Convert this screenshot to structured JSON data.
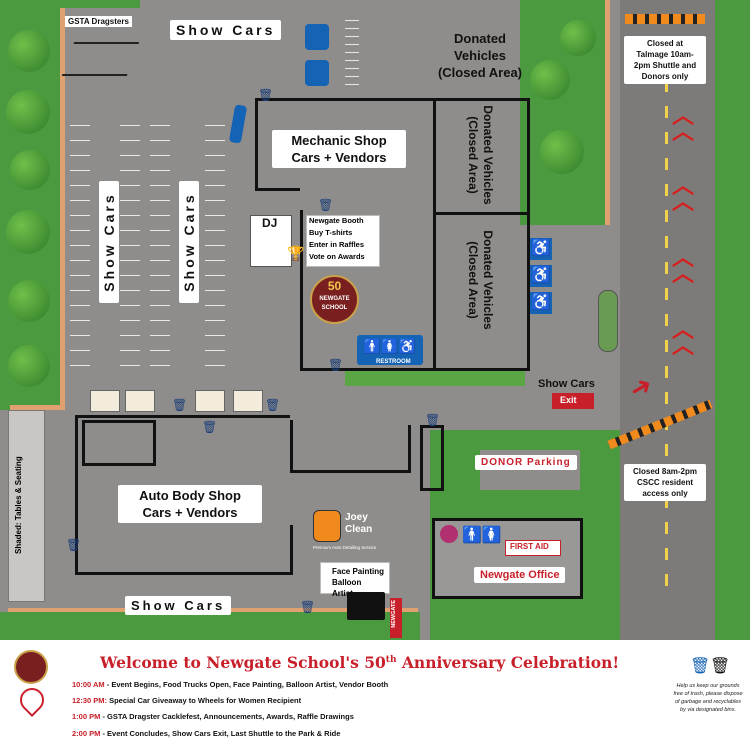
{
  "map": {
    "gsta_dragsters": "GSTA Dragsters",
    "show_cars_top": "Show Cars",
    "show_cars_left1": "Show Cars",
    "show_cars_left2": "Show Cars",
    "show_cars_bottom": "Show Cars",
    "donated_vehicles_top": "Donated Vehicles (Closed Area)",
    "donated_vehicles_mid1": "Donated Vehicles (Closed Area)",
    "donated_vehicles_mid2": "Donated Vehicles (Closed Area)",
    "closed_talmage": "Closed at Talmage 10am-2pm Shuttle and Donors only",
    "mechanic_shop": "Mechanic Shop Cars + Vendors",
    "dj_label": "DJ",
    "newgate_booth_title": "Newgate Booth",
    "newgate_booth_lines": [
      "Buy T-shirts",
      "Enter in Raffles",
      "Vote on Awards"
    ],
    "restroom": "RESTROOM",
    "show_cars_exit": "Show Cars",
    "exit_label": "Exit",
    "closed_cscc": "Closed 8am-2pm CSCC resident access only",
    "donor_parking": "DONOR Parking",
    "auto_body_shop": "Auto Body Shop Cars + Vendors",
    "shaded_tables": "Shaded: Tables & Seating",
    "joey_clean": "Joey Clean",
    "joey_clean_sub": "Premium Auto Detailing Service",
    "face_painting": "Face Painting Balloon Artist",
    "first_aid": "FIRST AID",
    "newgate_office": "Newgate Office",
    "newgate_sign": "NEWGATE",
    "seal_text": "NEWGATE SCHOOL",
    "seal_years": "50"
  },
  "footer": {
    "title_prefix": "Welcome to Newgate School's 50",
    "title_sup": "th",
    "title_suffix": " Anniversary Celebration!",
    "schedule": [
      {
        "time": "10:00 AM",
        "text": " - Event Begins, Food Trucks Open, Face Painting, Balloon Artist, Vendor Booth"
      },
      {
        "time": "12:30 PM:",
        "text": " Special Car Giveaway to Wheels for Women Recipient"
      },
      {
        "time": "1:00 PM",
        "text": " -  GSTA Dragster Cacklefest, Announcements, Awards, Raffle Drawings"
      },
      {
        "time": "2:00  PM",
        "text": " -  Event Concludes, Show Cars Exit, Last Shuttle to the Park & Ride"
      }
    ],
    "trash_note": "Help us keep our grounds free of trash, please dispose of garbage and recyclables by via designated bins."
  },
  "colors": {
    "asphalt": "#8f8d8b",
    "grass": "#3f8f3a",
    "accent_red": "#c8202a",
    "sign_blue": "#1463b5"
  }
}
